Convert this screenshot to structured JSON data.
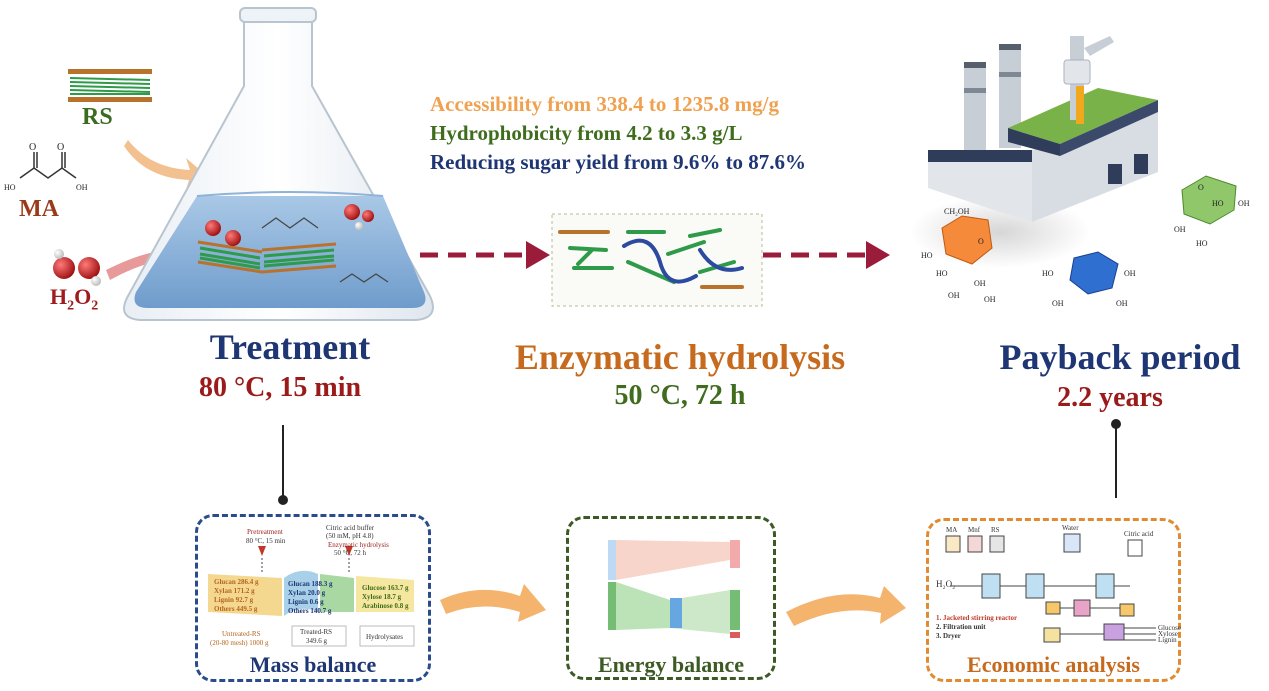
{
  "inputs": {
    "rs": "RS",
    "ma": "MA",
    "h2o2": "H",
    "h2o2_sub1": "2",
    "h2o2_mid": "O",
    "h2o2_sub2": "2"
  },
  "molecule_labels": {
    "oh": "OH",
    "ho": "HO",
    "o": "O",
    "ch2oh": "CH₂OH"
  },
  "stats": {
    "accessibility": "Accessibility from 338.4 to 1235.8 mg/g",
    "hydrophobicity": "Hydrophobicity from 4.2 to 3.3 g/L",
    "sugar_yield": "Reducing sugar yield from 9.6% to 87.6%"
  },
  "stages": {
    "treatment": {
      "title": "Treatment",
      "condition": "80 °C, 15 min"
    },
    "hydrolysis": {
      "title": "Enzymatic hydrolysis",
      "condition": "50 °C, 72 h"
    },
    "payback": {
      "title": "Payback period",
      "condition": "2.2 years"
    }
  },
  "panels": {
    "mass": {
      "title": "Mass balance",
      "pretreatment": "Pretreatment",
      "pre_cond": "80 °C, 15 min",
      "buffer": "Citric acid buffer",
      "buffer_cond": "(50 mM, pH 4.8)",
      "enzymatic": "Enzymatic hydrolysis",
      "enz_cond": "50 °C, 72 h",
      "col1": [
        "Glucan 286.4 g",
        "Xylan 171.2 g",
        "Lignin 92.7 g",
        "Others 449.5 g"
      ],
      "col2": [
        "Glucan 188.3 g",
        "Xylan 20.0 g",
        "Lignin 0.6 g",
        "Others 140.7 g"
      ],
      "col3": [
        "Glucose 163.7 g",
        "Xylose 18.7 g",
        "Arabinose 0.8 g"
      ],
      "untreated": "Untreated-RS",
      "untreated_size": "(20-80 mesh)  1000 g",
      "treated": "Treated-RS",
      "treated_mass": "349.6 g",
      "hydrolysates": "Hydrolysates"
    },
    "energy": {
      "title": "Energy balance"
    },
    "econ": {
      "title": "Economic analysis",
      "legend": [
        "1. Jacketed stirring reactor",
        "2. Filtration unit",
        "3. Dryer"
      ],
      "outputs": [
        "Glucose",
        "Xylose",
        "Lignin"
      ],
      "feeds": [
        "MA",
        "Mnf",
        "RS",
        "Water",
        "Citric acid"
      ],
      "h2o2": "H₂O₂"
    }
  },
  "colors": {
    "navy": "#1f3675",
    "dark_red": "#9b1b1b",
    "orange": "#c66a1d",
    "green": "#3f6d1d",
    "light_orange": "#f0a150",
    "arrow_red": "#9b1c3a"
  }
}
